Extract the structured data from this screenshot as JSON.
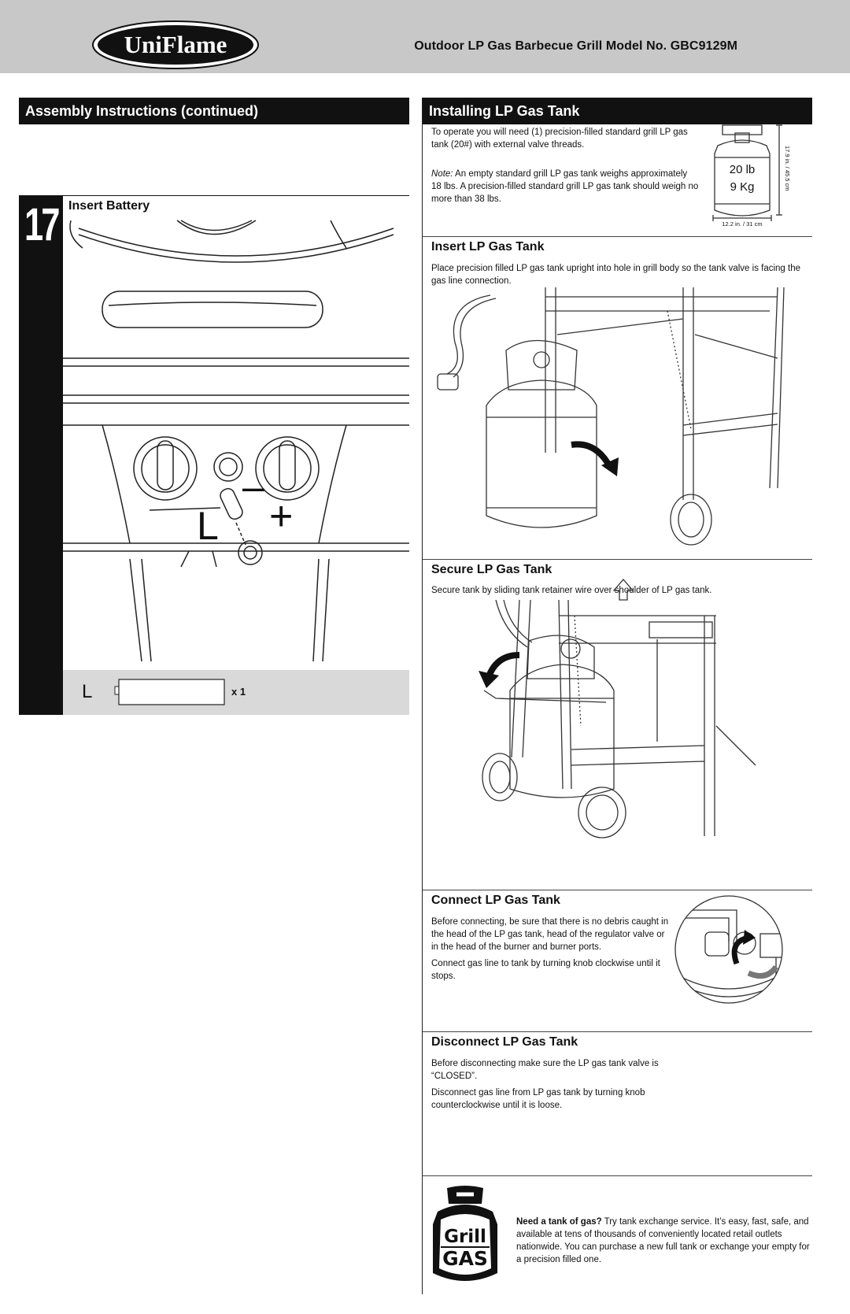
{
  "header": {
    "logo_text": "UniFlame",
    "title": "Outdoor LP Gas Barbecue Grill  Model No. GBC9129M"
  },
  "left": {
    "section_title": "Assembly Instructions (continued)",
    "step": {
      "number": "17",
      "title": "Insert Battery",
      "diagram_labels": {
        "minus": "–",
        "plus": "+",
        "part_letter": "L"
      },
      "parts": {
        "letter": "L",
        "quantity": "x 1"
      }
    }
  },
  "right": {
    "section_title": "Installing LP Gas Tank",
    "intro": {
      "text": "To operate you will need (1) precision-filled standard grill LP gas tank (20#) with external valve threads.",
      "note_label": "Note:",
      "note_text": " An empty standard grill LP gas tank weighs approximately 18 lbs.  A precision-filled standard grill LP gas tank should weigh no more than 38 lbs.",
      "tank_weight_lb": "20 lb",
      "tank_weight_kg": "9 Kg",
      "tank_height": "17.9 in. / 45.5 cm",
      "tank_width": "12.2 in. / 31 cm"
    },
    "insert": {
      "title": "Insert LP Gas Tank",
      "text": "Place precision filled LP gas tank upright into hole in grill body so the tank valve is facing the gas line connection."
    },
    "secure": {
      "title": "Secure LP Gas Tank",
      "text": "Secure tank by sliding tank retainer wire over shoulder of LP gas tank."
    },
    "connect": {
      "title": "Connect LP Gas Tank",
      "text1": "Before connecting, be sure that there is no debris caught in the head of the LP gas tank, head of the regulator valve or in the head of the burner and burner ports.",
      "text2": "Connect gas line to tank by turning knob clockwise until it stops."
    },
    "disconnect": {
      "title": "Disconnect LP Gas Tank",
      "text1": "Before disconnecting make sure the LP gas tank valve is “CLOSED”.",
      "text2": "Disconnect gas line from LP gas tank by turning knob counterclockwise until it is loose."
    },
    "promo": {
      "logo_line1": "Grill",
      "logo_line2": "GAS",
      "bold": "Need a tank of gas?",
      "text": " Try tank exchange service. It’s easy, fast, safe, and available at tens of thousands of conveniently located retail outlets nationwide. You can purchase a new full tank or exchange your empty for a precision filled one."
    }
  }
}
